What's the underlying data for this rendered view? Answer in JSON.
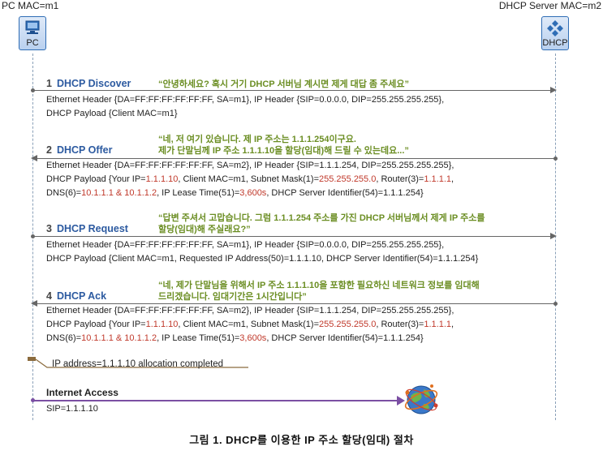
{
  "actors": {
    "pc_mac": "PC MAC=m1",
    "pc_label": "PC",
    "server_mac": "DHCP Server MAC=m2",
    "server_label": "DHCP"
  },
  "steps": {
    "discover": {
      "number": "1",
      "title": "DHCP Discover",
      "quote": "“안녕하세요? 혹시 거기 DHCP 서버님 계시면 제게 대답 좀 주세요”",
      "line1": "Ethernet Header {DA=FF:FF:FF:FF:FF:FF, SA=m1}, IP Header {SIP=0.0.0.0, DIP=255.255.255.255},",
      "line2": "DHCP Payload {Client MAC=m1}"
    },
    "offer": {
      "number": "2",
      "title": "DHCP Offer",
      "quote1": "“네, 저 여기 있습니다. 제 IP 주소는 1.1.1.254이구요.",
      "quote2": "제가 단말님께 IP 주소 1.1.1.10을 할당(임대)해 드릴 수 있는데요...”",
      "line1": "Ethernet Header {DA=FF:FF:FF:FF:FF:FF, SA=m2}, IP Header {SIP=1.1.1.254, DIP=255.255.255.255},",
      "line2": {
        "p1": "DHCP Payload {Your IP=",
        "ip": "1.1.1.10",
        "p2": ", Client MAC=m1, Subnet Mask(1)=",
        "mask": "255.255.255.0",
        "p3": ", Router(3)=",
        "router": "1.1.1.1",
        "p4": ","
      },
      "line3": {
        "p1": "DNS(6)=",
        "dns": "10.1.1.1 & 10.1.1.2",
        "p2": ", IP Lease Time(51)=",
        "lease": "3,600s",
        "p3": ", DHCP Server Identifier(54)=1.1.1.254}"
      }
    },
    "request": {
      "number": "3",
      "title": "DHCP Request",
      "quote1": "“답변 주셔서 고맙습니다. 그럼 1.1.1.254 주소를 가진 DHCP 서버님께서 제게 IP 주소를",
      "quote2": "할당(임대)해 주실래요?”",
      "line1": "Ethernet Header {DA=FF:FF:FF:FF:FF:FF, SA=m1}, IP Header {SIP=0.0.0.0, DIP=255.255.255.255},",
      "line2": "DHCP Payload {Client MAC=m1, Requested IP Address(50)=1.1.1.10, DHCP Server Identifier(54)=1.1.1.254}"
    },
    "ack": {
      "number": "4",
      "title": "DHCP Ack",
      "quote1": "“네, 제가 단말님을 위해서 IP 주소 1.1.1.10을 포함한 필요하신 네트워크 정보를 임대해",
      "quote2": "드리겠습니다. 임대기간은 1시간입니다”",
      "line1": "Ethernet Header {DA=FF:FF:FF:FF:FF:FF, SA=m2}, IP Header {SIP=1.1.1.254, DIP=255.255.255.255},",
      "line2": {
        "p1": "DHCP Payload {Your IP=",
        "ip": "1.1.1.10",
        "p2": ", Client MAC=m1, Subnet Mask(1)=",
        "mask": "255.255.255.0",
        "p3": ", Router(3)=",
        "router": "1.1.1.1",
        "p4": ","
      },
      "line3": {
        "p1": "DNS(6)=",
        "dns": "10.1.1.1 & 10.1.1.2",
        "p2": ", IP Lease Time(51)=",
        "lease": "3,600s",
        "p3": ", DHCP Server Identifier(54)=1.1.1.254}"
      }
    }
  },
  "note": "IP address=1.1.1.10 allocation completed",
  "internet": {
    "title": "Internet Access",
    "sip": "SIP=1.1.1.10",
    "icon": "globe-network-icon"
  },
  "caption": "그림 1. DHCP를 이용한 IP 주소 할당(임대) 절차",
  "colors": {
    "step_title": "#2c5aa0",
    "quote": "#6b8e23",
    "highlight": "#c0392b",
    "internet_arrow": "#7b4fa3",
    "note_flag": "#8b6b3d"
  }
}
